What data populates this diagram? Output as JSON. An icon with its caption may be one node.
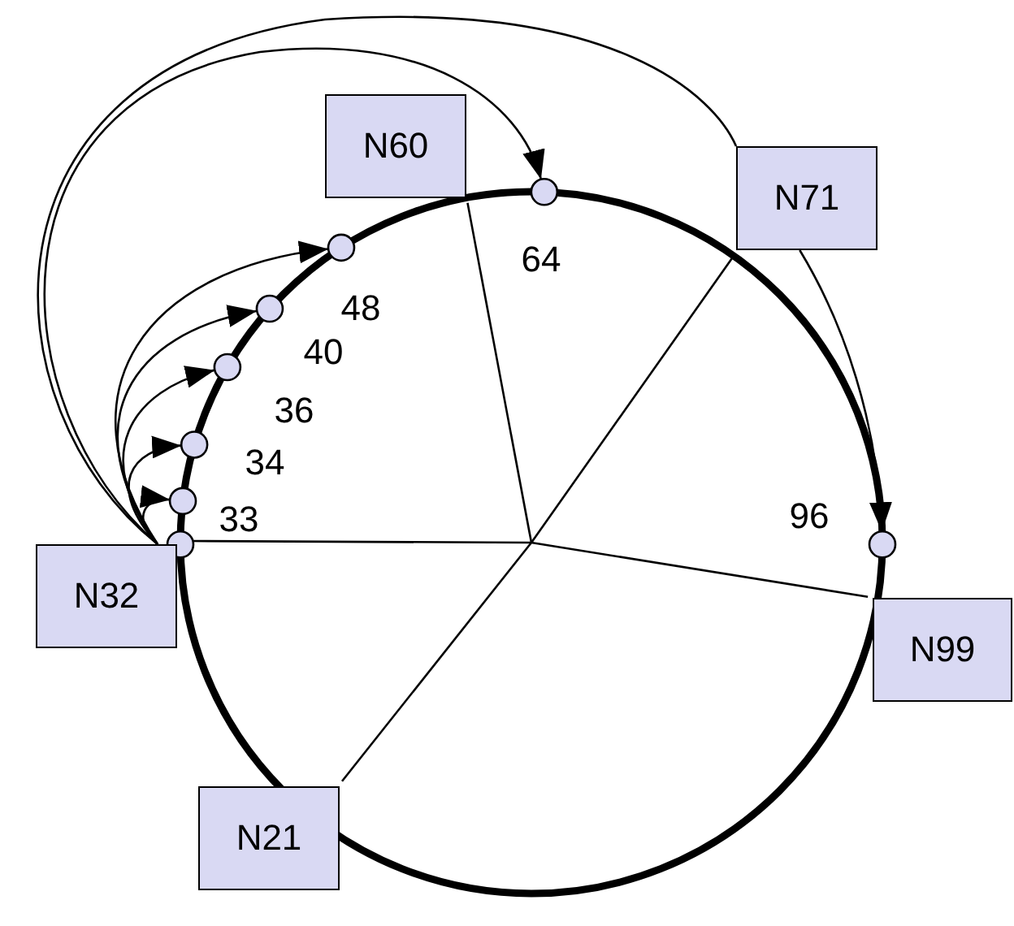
{
  "diagram": {
    "nodes": [
      {
        "text": [
          "N60"
        ]
      },
      {
        "text": [],
        "shape": "circle",
        "beside": [
          "64"
        ]
      },
      {
        "text": [
          "N71"
        ]
      },
      {
        "text": [],
        "shape": "circle",
        "beside": [
          "48"
        ]
      },
      {
        "text": [],
        "shape": "circle",
        "beside": [
          "40"
        ]
      },
      {
        "text": [],
        "shape": "circle",
        "beside": [
          "36"
        ]
      },
      {
        "text": [],
        "shape": "circle",
        "beside": [
          "34"
        ]
      },
      {
        "text": [],
        "shape": "circle",
        "beside": [
          "33"
        ]
      },
      {
        "text": [],
        "shape": "circle",
        "beside": [
          "96"
        ]
      },
      {
        "text": [],
        "shape": "circle"
      },
      {
        "text": [
          "N32"
        ]
      },
      {
        "text": [
          "N99"
        ]
      },
      {
        "text": [
          "N21"
        ]
      }
    ],
    "edges": [
      {
        "from": 10,
        "to": 7,
        "arrow": "to"
      },
      {
        "from": 10,
        "to": 6,
        "arrow": "to"
      },
      {
        "from": 10,
        "to": 5,
        "arrow": "to"
      },
      {
        "from": 10,
        "to": 4,
        "arrow": "to"
      },
      {
        "from": 10,
        "to": 3,
        "arrow": "to"
      },
      {
        "from": 10,
        "to": 1,
        "arrow": "to"
      },
      {
        "from": 10,
        "to": 2,
        "arrow": "none"
      },
      {
        "from": 2,
        "to": 8,
        "arrow": "to"
      }
    ]
  }
}
